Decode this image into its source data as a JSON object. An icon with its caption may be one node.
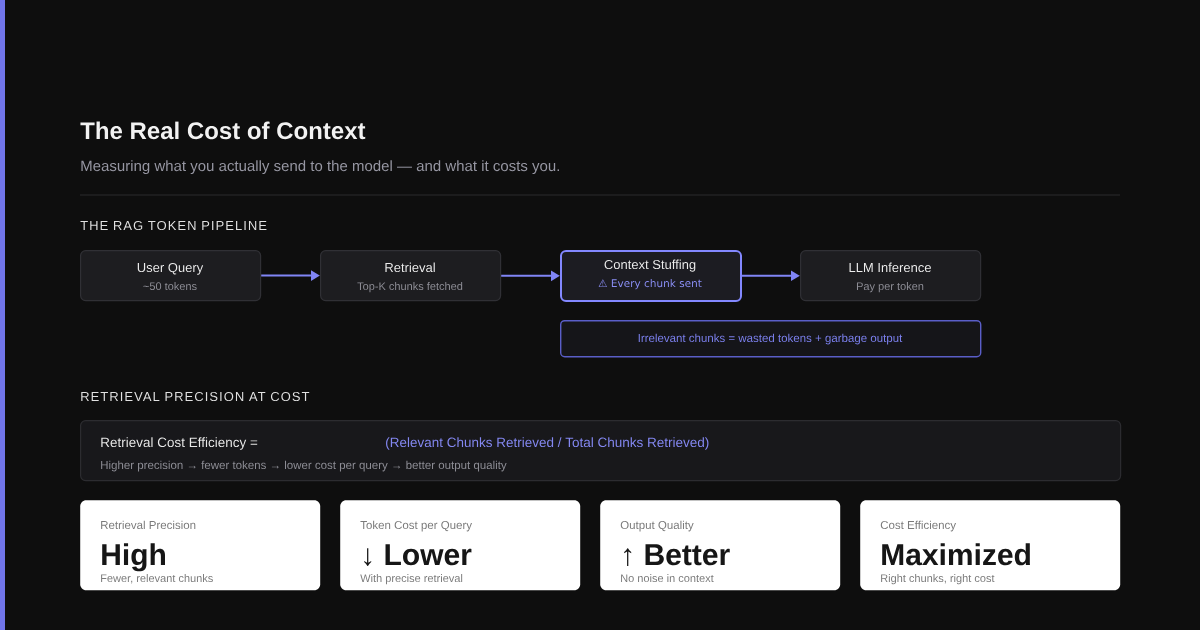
{
  "diagram": {
    "title": "The Real Cost of Context",
    "nodes": [
      {
        "text": [
          "User Query",
          "~50 tokens"
        ]
      },
      {
        "text": [
          "Retrieval",
          "Top-K chunks fetched"
        ]
      },
      {
        "text": [
          "Context Stuffing",
          "⚠ Every chunk sent"
        ]
      },
      {
        "text": [
          "LLM Inference",
          "Pay per token"
        ]
      },
      {
        "text": [
          "Irrelevant chunks = wasted tokens + garbage output"
        ]
      },
      {
        "text": [
          "Retrieval Cost Efficiency =",
          "(Relevant Chunks Retrieved / Total Chunks Retrieved)",
          "Higher precision → fewer tokens → lower cost per query → better output quality"
        ]
      },
      {
        "text": [
          "Retrieval Precision",
          "High",
          "Fewer, relevant chunks"
        ]
      },
      {
        "text": [
          "Token Cost per Query",
          "↓ Lower",
          "With precise retrieval"
        ]
      },
      {
        "text": [
          "Output Quality",
          "↑ Better",
          "No noise in context"
        ]
      },
      {
        "text": [
          "Cost Efficiency",
          "Maximized",
          "Right chunks, right cost"
        ]
      }
    ],
    "edges": [
      {
        "from": 0,
        "to": 1,
        "arrow": "to"
      },
      {
        "from": 1,
        "to": 2,
        "arrow": "to"
      },
      {
        "from": 2,
        "to": 3,
        "arrow": "to"
      }
    ],
    "labels": [
      "Measuring what you actually send to the model — and what it costs you.",
      "THE RAG TOKEN PIPELINE",
      "RETRIEVAL PRECISION AT COST"
    ]
  }
}
